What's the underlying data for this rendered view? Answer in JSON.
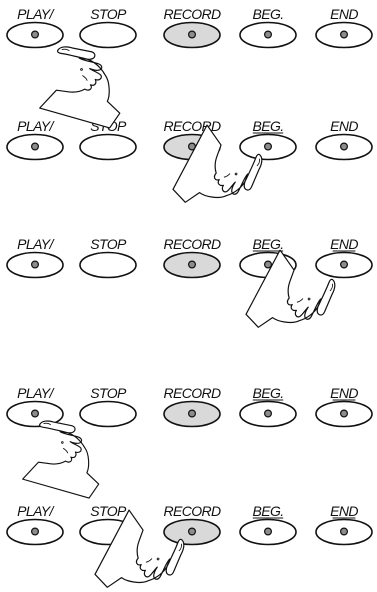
{
  "colors": {
    "background": "#ffffff",
    "outline": "#111111",
    "pressed_fill": "#d9d9d9",
    "led_fill": "#8c8c8c",
    "normal_fill": "#ffffff"
  },
  "button_labels": [
    "PLAY/",
    "STOP",
    "RECORD",
    "BEG.",
    "END"
  ],
  "rows": [
    {
      "buttons": [
        {
          "label": "PLAY/",
          "has_led": true,
          "pressed": false
        },
        {
          "label": "STOP",
          "has_led": false,
          "pressed": false
        },
        {
          "label": "RECORD",
          "has_led": true,
          "pressed": true
        },
        {
          "label": "BEG.",
          "has_led": true,
          "pressed": false,
          "underlined": false
        },
        {
          "label": "END",
          "has_led": true,
          "pressed": false,
          "underlined": false
        }
      ],
      "hand_icon": "pointing-hand-icon",
      "hand_target": "PLAY/"
    },
    {
      "buttons": [
        {
          "label": "PLAY/",
          "has_led": true,
          "pressed": false
        },
        {
          "label": "STOP",
          "has_led": false,
          "pressed": false
        },
        {
          "label": "RECORD",
          "has_led": true,
          "pressed": true
        },
        {
          "label": "BEG.",
          "has_led": true,
          "pressed": false,
          "underlined": true
        },
        {
          "label": "END",
          "has_led": true,
          "pressed": false,
          "underlined": false
        }
      ],
      "hand_icon": "pointing-hand-icon",
      "hand_target": "BEG."
    },
    {
      "buttons": [
        {
          "label": "PLAY/",
          "has_led": true,
          "pressed": false
        },
        {
          "label": "STOP",
          "has_led": false,
          "pressed": false
        },
        {
          "label": "RECORD",
          "has_led": true,
          "pressed": true
        },
        {
          "label": "BEG.",
          "has_led": true,
          "pressed": false,
          "underlined": true
        },
        {
          "label": "END",
          "has_led": true,
          "pressed": false,
          "underlined": true
        }
      ],
      "hand_icon": "pointing-hand-icon",
      "hand_target": "END"
    },
    {
      "buttons": [
        {
          "label": "PLAY/",
          "has_led": true,
          "pressed": false
        },
        {
          "label": "STOP",
          "has_led": false,
          "pressed": false
        },
        {
          "label": "RECORD",
          "has_led": true,
          "pressed": true
        },
        {
          "label": "BEG.",
          "has_led": true,
          "pressed": false,
          "underlined": true
        },
        {
          "label": "END",
          "has_led": true,
          "pressed": false,
          "underlined": true
        }
      ],
      "hand_icon": "pointing-hand-icon",
      "hand_target": "PLAY/"
    },
    {
      "buttons": [
        {
          "label": "PLAY/",
          "has_led": true,
          "pressed": false
        },
        {
          "label": "STOP",
          "has_led": false,
          "pressed": false
        },
        {
          "label": "RECORD",
          "has_led": true,
          "pressed": true
        },
        {
          "label": "BEG.",
          "has_led": true,
          "pressed": false,
          "underlined": true
        },
        {
          "label": "END",
          "has_led": true,
          "pressed": false,
          "underlined": true
        }
      ],
      "hand_icon": "pointing-hand-icon",
      "hand_target": "RECORD"
    }
  ]
}
